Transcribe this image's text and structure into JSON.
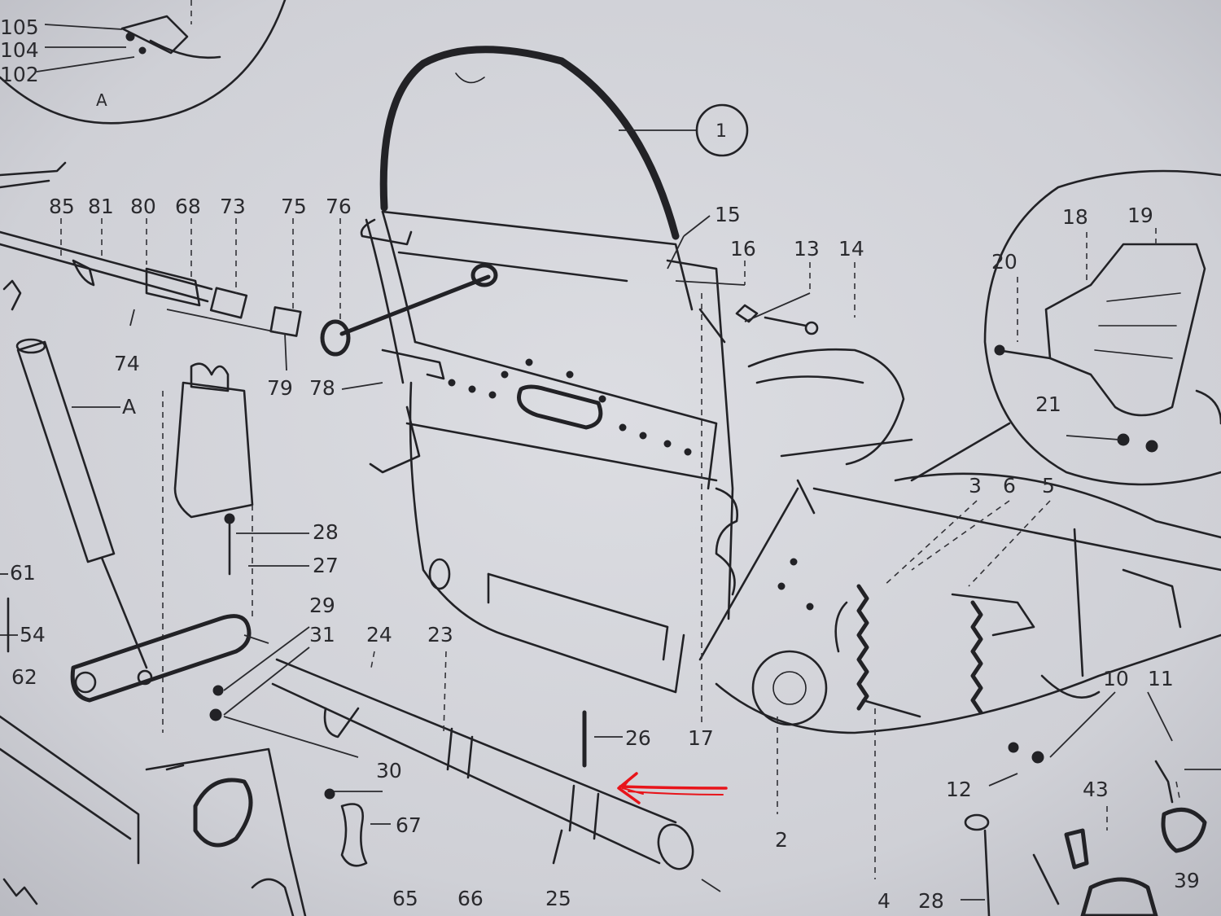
{
  "inset_top_left": {
    "labels": [
      "105",
      "104",
      "102",
      "A"
    ]
  },
  "callout_circle": "1",
  "inset_right": {
    "labels": [
      "18",
      "19",
      "20",
      "21"
    ]
  },
  "part_numbers": {
    "p85": "85",
    "p81": "81",
    "p80": "80",
    "p68": "68",
    "p73": "73",
    "p75": "75",
    "p76": "76",
    "p74": "74",
    "p79": "79",
    "p78": "78",
    "pA": "A",
    "p15": "15",
    "p16": "16",
    "p13": "13",
    "p14": "14",
    "p3": "3",
    "p6": "6",
    "p5": "5",
    "p28a": "28",
    "p27": "27",
    "p29": "29",
    "p31": "31",
    "p24": "24",
    "p23": "23",
    "p61": "61",
    "p54": "54",
    "p62": "62",
    "p26": "26",
    "p17": "17",
    "p30": "30",
    "p67": "67",
    "p10": "10",
    "p11": "11",
    "p12": "12",
    "p43": "43",
    "p2": "2",
    "p65": "65",
    "p66": "66",
    "p25": "25",
    "p4": "4",
    "p28b": "28",
    "p39": "39"
  },
  "colors": {
    "paper": "#cfd0d6",
    "ink": "#222226",
    "annotation_arrow": "#e8141a"
  }
}
